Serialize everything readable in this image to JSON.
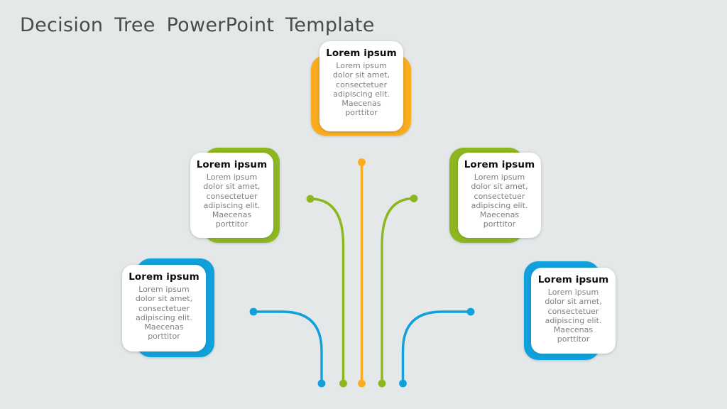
{
  "slide": {
    "title": "Decision Tree PowerPoint Template",
    "background_color": "#E5E8E8"
  },
  "colors": {
    "orange": "#FBAB1E",
    "green": "#8DB71E",
    "blue": "#10A0DC",
    "title_text": "#4A4A4A",
    "heading_text": "#0D0D0D",
    "body_text": "#7F7F7F",
    "card_background": "#FFFFFF"
  },
  "cards": [
    {
      "position": "top",
      "accent": "orange",
      "heading": "Lorem ipsum",
      "body": "Lorem ipsum dolor sit amet, consectetuer adipiscing elit. Maecenas porttitor"
    },
    {
      "position": "middle-left",
      "accent": "green",
      "heading": "Lorem ipsum",
      "body": "Lorem ipsum dolor sit amet, consectetuer adipiscing elit. Maecenas porttitor"
    },
    {
      "position": "middle-right",
      "accent": "green",
      "heading": "Lorem ipsum",
      "body": "Lorem ipsum dolor sit amet, consectetuer adipiscing elit. Maecenas porttitor"
    },
    {
      "position": "bottom-left",
      "accent": "blue",
      "heading": "Lorem ipsum",
      "body": "Lorem ipsum dolor sit amet, consectetuer adipiscing elit. Maecenas porttitor"
    },
    {
      "position": "bottom-right",
      "accent": "blue",
      "heading": "Lorem ipsum",
      "body": "Lorem ipsum dolor sit amet, consectetuer adipiscing elit. Maecenas porttitor"
    }
  ],
  "tree": {
    "branches": [
      {
        "name": "trunk-top",
        "color": "orange"
      },
      {
        "name": "middle-left",
        "color": "green"
      },
      {
        "name": "middle-right",
        "color": "green"
      },
      {
        "name": "outer-left",
        "color": "blue"
      },
      {
        "name": "outer-right",
        "color": "blue"
      }
    ]
  }
}
